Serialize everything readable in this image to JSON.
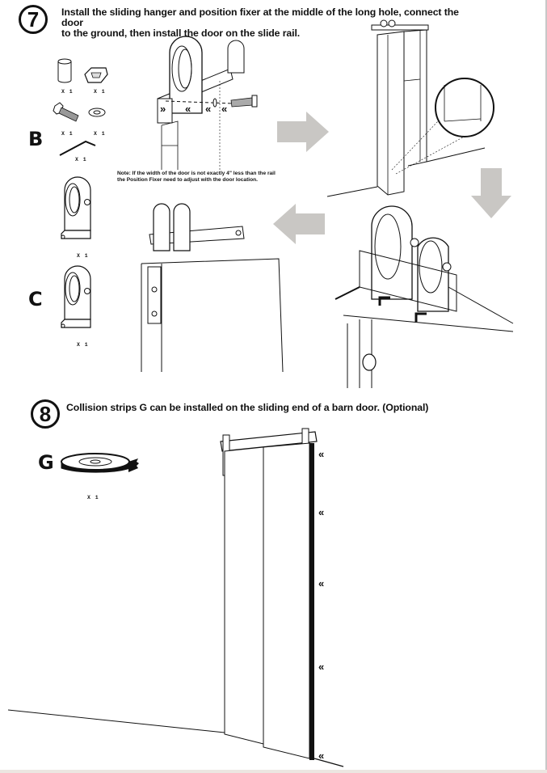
{
  "step7": {
    "number": "7",
    "instruction_line1": "Install the sliding hanger and position fixer at the middle of the long hole, connect the door",
    "instruction_line2": "to the ground, then install the door on the slide rail.",
    "note_line1": "Note: If the width of the door is not exactly 4\" less than the rail",
    "note_line2": "the Position Fixer need to adjust with the door location.",
    "parts": {
      "B": {
        "letter": "B",
        "items": [
          {
            "name": "spacer-sleeve",
            "qty": "X 1"
          },
          {
            "name": "position-fixer-block",
            "qty": "X 1"
          },
          {
            "name": "bolt",
            "qty": "X 1"
          },
          {
            "name": "washer",
            "qty": "X 1"
          },
          {
            "name": "allen-key",
            "qty": "X 1"
          }
        ]
      },
      "C": {
        "letter": "C",
        "items": [
          {
            "name": "hanger-wheel-1",
            "qty": "X 1"
          },
          {
            "name": "hanger-wheel-2",
            "qty": "X 1"
          }
        ]
      }
    },
    "direction_markers": [
      "»",
      "«",
      "«",
      "«"
    ]
  },
  "step8": {
    "number": "8",
    "instruction": "Collision strips G can be installed on the sliding end of a barn door. (Optional)",
    "part": {
      "letter": "G",
      "name": "collision-strip-tape",
      "qty": "X 1"
    },
    "strip_markers": [
      "«",
      "«",
      "«",
      "«",
      "«"
    ]
  },
  "colors": {
    "arrow_gray": "#c9c7c4",
    "ink": "#111111"
  }
}
